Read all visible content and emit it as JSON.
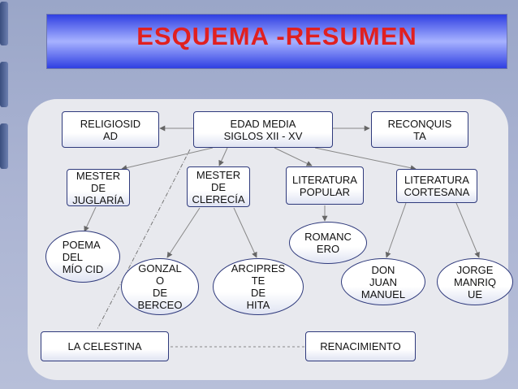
{
  "title": "ESQUEMA -RESUMEN",
  "nodes": {
    "religiosidad": "RELIGIOSID\nAD",
    "edad_media": "EDAD MEDIA\nSIGLOS XII - XV",
    "reconquista": "RECONQUIS\nTA",
    "mester_juglaria": "MESTER\nDE\nJUGLARÍA",
    "mester_clerecia": "MESTER\nDE\nCLERECÍA",
    "literatura_popular": "LITERATURA\nPOPULAR",
    "literatura_cortesana": "LITERATURA\nCORTESANA",
    "poema_mio_cid": "POEMA\nDEL\nMÍO CID",
    "romancero": "ROMANC\nERO",
    "gonzalo_berceo": "GONZAL\nO\nDE\nBERCEO",
    "arcipreste_hita": "ARCIPRES\nTE\nDE\nHITA",
    "don_juan_manuel": "DON\nJUAN\nMANUEL",
    "jorge_manrique": "JORGE\nMANRIQ\nUE",
    "la_celestina": "LA CELESTINA",
    "renacimiento": "RENACIMIENTO"
  },
  "colors": {
    "title_text": "#e02020",
    "title_band": "#2f3fe2",
    "node_border": "#2f3a7c",
    "panel": "#e8e9ee"
  }
}
